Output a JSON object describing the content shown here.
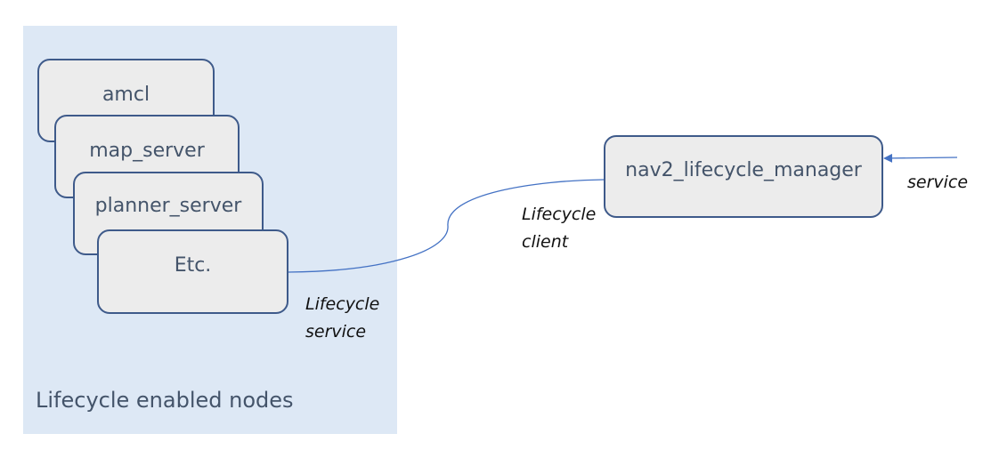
{
  "group": {
    "label": "Lifecycle enabled nodes"
  },
  "nodes": [
    {
      "label": "amcl"
    },
    {
      "label": "map_server"
    },
    {
      "label": "planner_server"
    },
    {
      "label": "Etc."
    }
  ],
  "manager": {
    "label": "nav2_lifecycle_manager"
  },
  "connectors": {
    "lifecycle_service": {
      "line1": "Lifecycle",
      "line2": "service"
    },
    "lifecycle_client": {
      "line1": "Lifecycle",
      "line2": "client"
    },
    "service": {
      "label": "service"
    }
  },
  "colors": {
    "panel_fill": "#dde8f5",
    "box_fill": "#ececec",
    "box_border": "#3e5a8a",
    "connector": "#4472c4",
    "box_text": "#44546a"
  }
}
